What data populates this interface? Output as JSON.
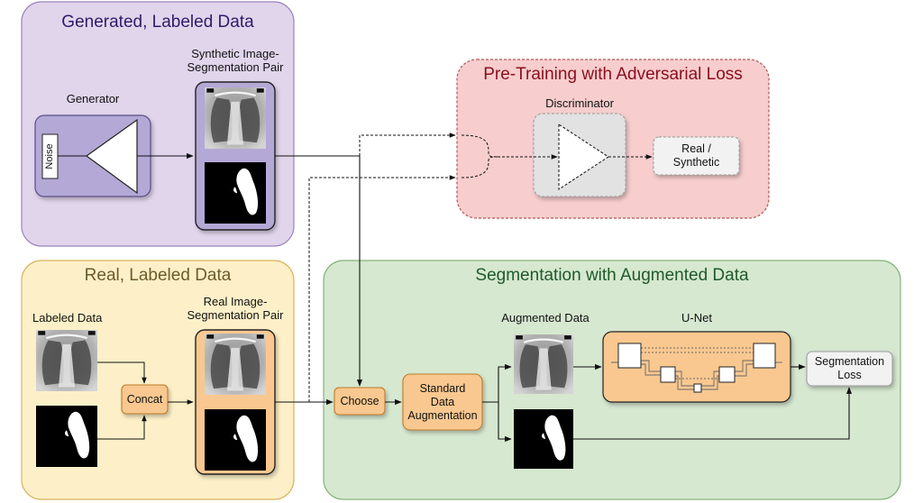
{
  "panels": {
    "generated": {
      "title": "Generated, Labeled Data",
      "color": "#2f1b6a"
    },
    "pretraining": {
      "title": "Pre-Training with Adversarial Loss",
      "color": "#8b0e1e"
    },
    "real": {
      "title": "Real, Labeled Data",
      "color": "#6e5a2a"
    },
    "segmentation": {
      "title": "Segmentation with Augmented Data",
      "color": "#1f5a2a"
    }
  },
  "labels": {
    "generator": "Generator",
    "noise": "Noise",
    "synthetic_pair_line1": "Synthetic Image-",
    "synthetic_pair_line2": "Segmentation Pair",
    "discriminator": "Discriminator",
    "real_synth_line1": "Real /",
    "real_synth_line2": "Synthetic",
    "labeled_data": "Labeled Data",
    "concat": "Concat",
    "real_pair_line1": "Real Image-",
    "real_pair_line2": "Segmentation Pair",
    "choose": "Choose",
    "std_aug_line1": "Standard",
    "std_aug_line2": "Data",
    "std_aug_line3": "Augmentation",
    "augmented_data": "Augmented Data",
    "unet": "U-Net",
    "seg_loss_line1": "Segmentation",
    "seg_loss_line2": "Loss"
  },
  "colors": {
    "generated_fill": "#e1d5ec",
    "generated_stroke": "#9b85b8",
    "pretraining_fill": "#f7cdcd",
    "pretraining_stroke": "#b35656",
    "real_fill": "#fdf0c8",
    "real_stroke": "#d9b45a",
    "segmentation_fill": "#d6e8d0",
    "segmentation_stroke": "#84b47a",
    "generator_fill": "#b4a8d6",
    "synthetic_pair_fill": "#b4a8d6",
    "orange_fill": "#f9c890",
    "orange_stroke": "#c07a2a",
    "gray_box": "#e2e2e2",
    "light_box": "#f2f2f2"
  }
}
